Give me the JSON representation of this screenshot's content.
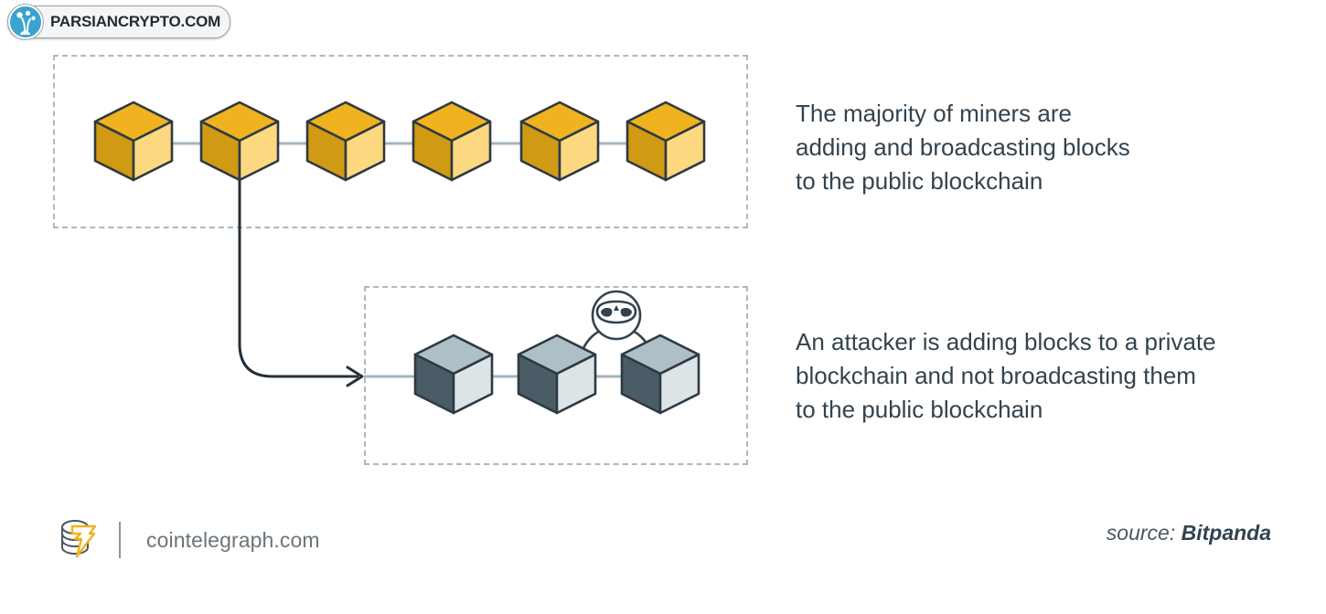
{
  "watermark": {
    "label": "PARSIANCRYPTO.COM",
    "icon": "parsiancrypto-logo-icon",
    "icon_color": "#3ba3d0"
  },
  "diagram": {
    "public_chain": {
      "box_label": "public-blockchain-group",
      "block_count": 6,
      "block_colors": {
        "top": "#F0B21E",
        "left": "#D19A14",
        "right": "#FCD980",
        "outline": "#2E3A42"
      },
      "chain_line_color": "#A3B4BE"
    },
    "private_chain": {
      "box_label": "private-blockchain-group",
      "block_count": 3,
      "block_colors": {
        "top": "#AEBFC8",
        "left": "#4A5C66",
        "right": "#DDE4E8",
        "outline": "#2E3A42"
      },
      "chain_line_color": "#A3B4BE",
      "attacker_icon": "masked-attacker-icon"
    },
    "fork_arrow": {
      "name": "fork-arrow",
      "color": "#243039"
    },
    "dashed_border_color": "#a8bac6"
  },
  "captions": {
    "public": "The majority of miners are\nadding and broadcasting blocks\nto the public blockchain",
    "private": "An attacker is adding blocks to a private\nblockchain and not broadcasting them\nto the public blockchain",
    "text_color": "#33434e"
  },
  "footer": {
    "logo_icon": "cointelegraph-coin-bolt-icon",
    "site": "cointelegraph.com",
    "source_prefix": "source:",
    "source_name": "Bitpanda"
  }
}
